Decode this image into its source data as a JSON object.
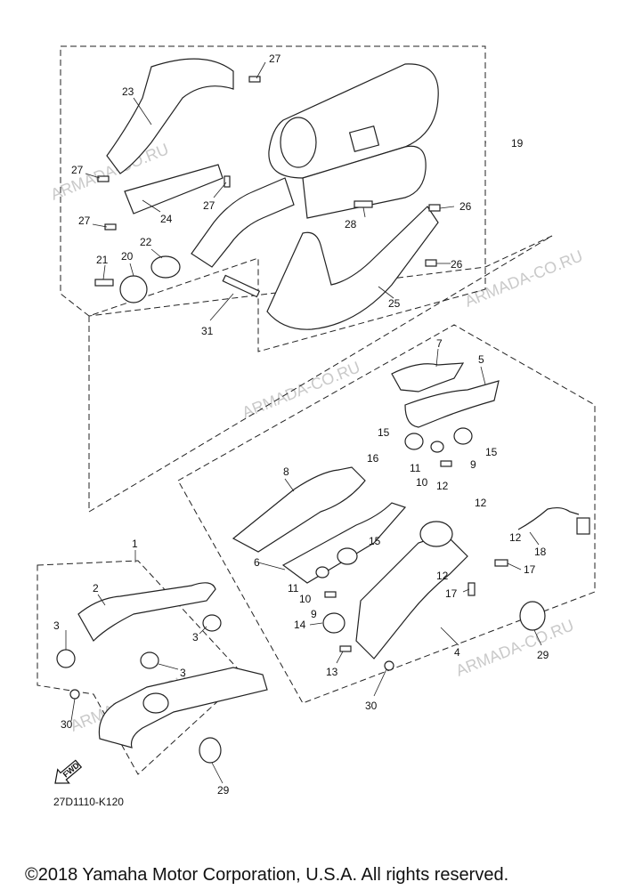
{
  "watermark": "ARMADA-CO.RU",
  "diagram_code": "27D1110-K120",
  "fwd_label": "FWD",
  "copyright": "©2018 Yamaha Motor Corporation, U.S.A. All rights reserved.",
  "callouts": {
    "p1": "1",
    "p2": "2",
    "p3a": "3",
    "p3b": "3",
    "p3c": "3",
    "p4": "4",
    "p5": "5",
    "p6": "6",
    "p7": "7",
    "p8": "8",
    "p9a": "9",
    "p9b": "9",
    "p10a": "10",
    "p10b": "10",
    "p11a": "11",
    "p11b": "11",
    "p12a": "12",
    "p12b": "12",
    "p12c": "12",
    "p12d": "12",
    "p13": "13",
    "p14": "14",
    "p15a": "15",
    "p15b": "15",
    "p15c": "15",
    "p16": "16",
    "p17a": "17",
    "p17b": "17",
    "p18": "18",
    "p19": "19",
    "p20": "20",
    "p21": "21",
    "p22": "22",
    "p23": "23",
    "p24": "24",
    "p25": "25",
    "p26a": "26",
    "p26b": "26",
    "p27a": "27",
    "p27b": "27",
    "p27c": "27",
    "p27d": "27",
    "p28": "28",
    "p29a": "29",
    "p29b": "29",
    "p30a": "30",
    "p30b": "30",
    "p31": "31"
  }
}
